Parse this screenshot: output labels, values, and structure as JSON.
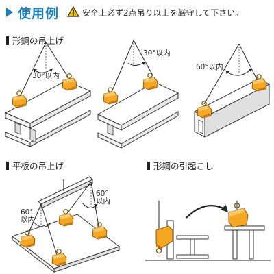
{
  "header": {
    "title": "使用例",
    "warning_icon": "warning-triangle-icon",
    "warning_text": "安全上必ず2点吊り以上を厳守して下さい。"
  },
  "sections": {
    "shape_lift": {
      "label": "形鋼の吊上げ"
    },
    "plate_lift": {
      "label": "平板の吊上げ"
    },
    "shape_raise": {
      "label": "形鋼の引起こし"
    }
  },
  "angles": {
    "a1": "30°以内",
    "a2": "30°以内",
    "a3": "60°以内",
    "a4_deg": "60°",
    "a4_txt": "以内",
    "a5_deg": "60°",
    "a5_txt": "以内"
  },
  "colors": {
    "accent": "#1a7fc1",
    "clamp": "#f5a623",
    "clamp_dark": "#c97d10",
    "warning": "#f2c200"
  }
}
